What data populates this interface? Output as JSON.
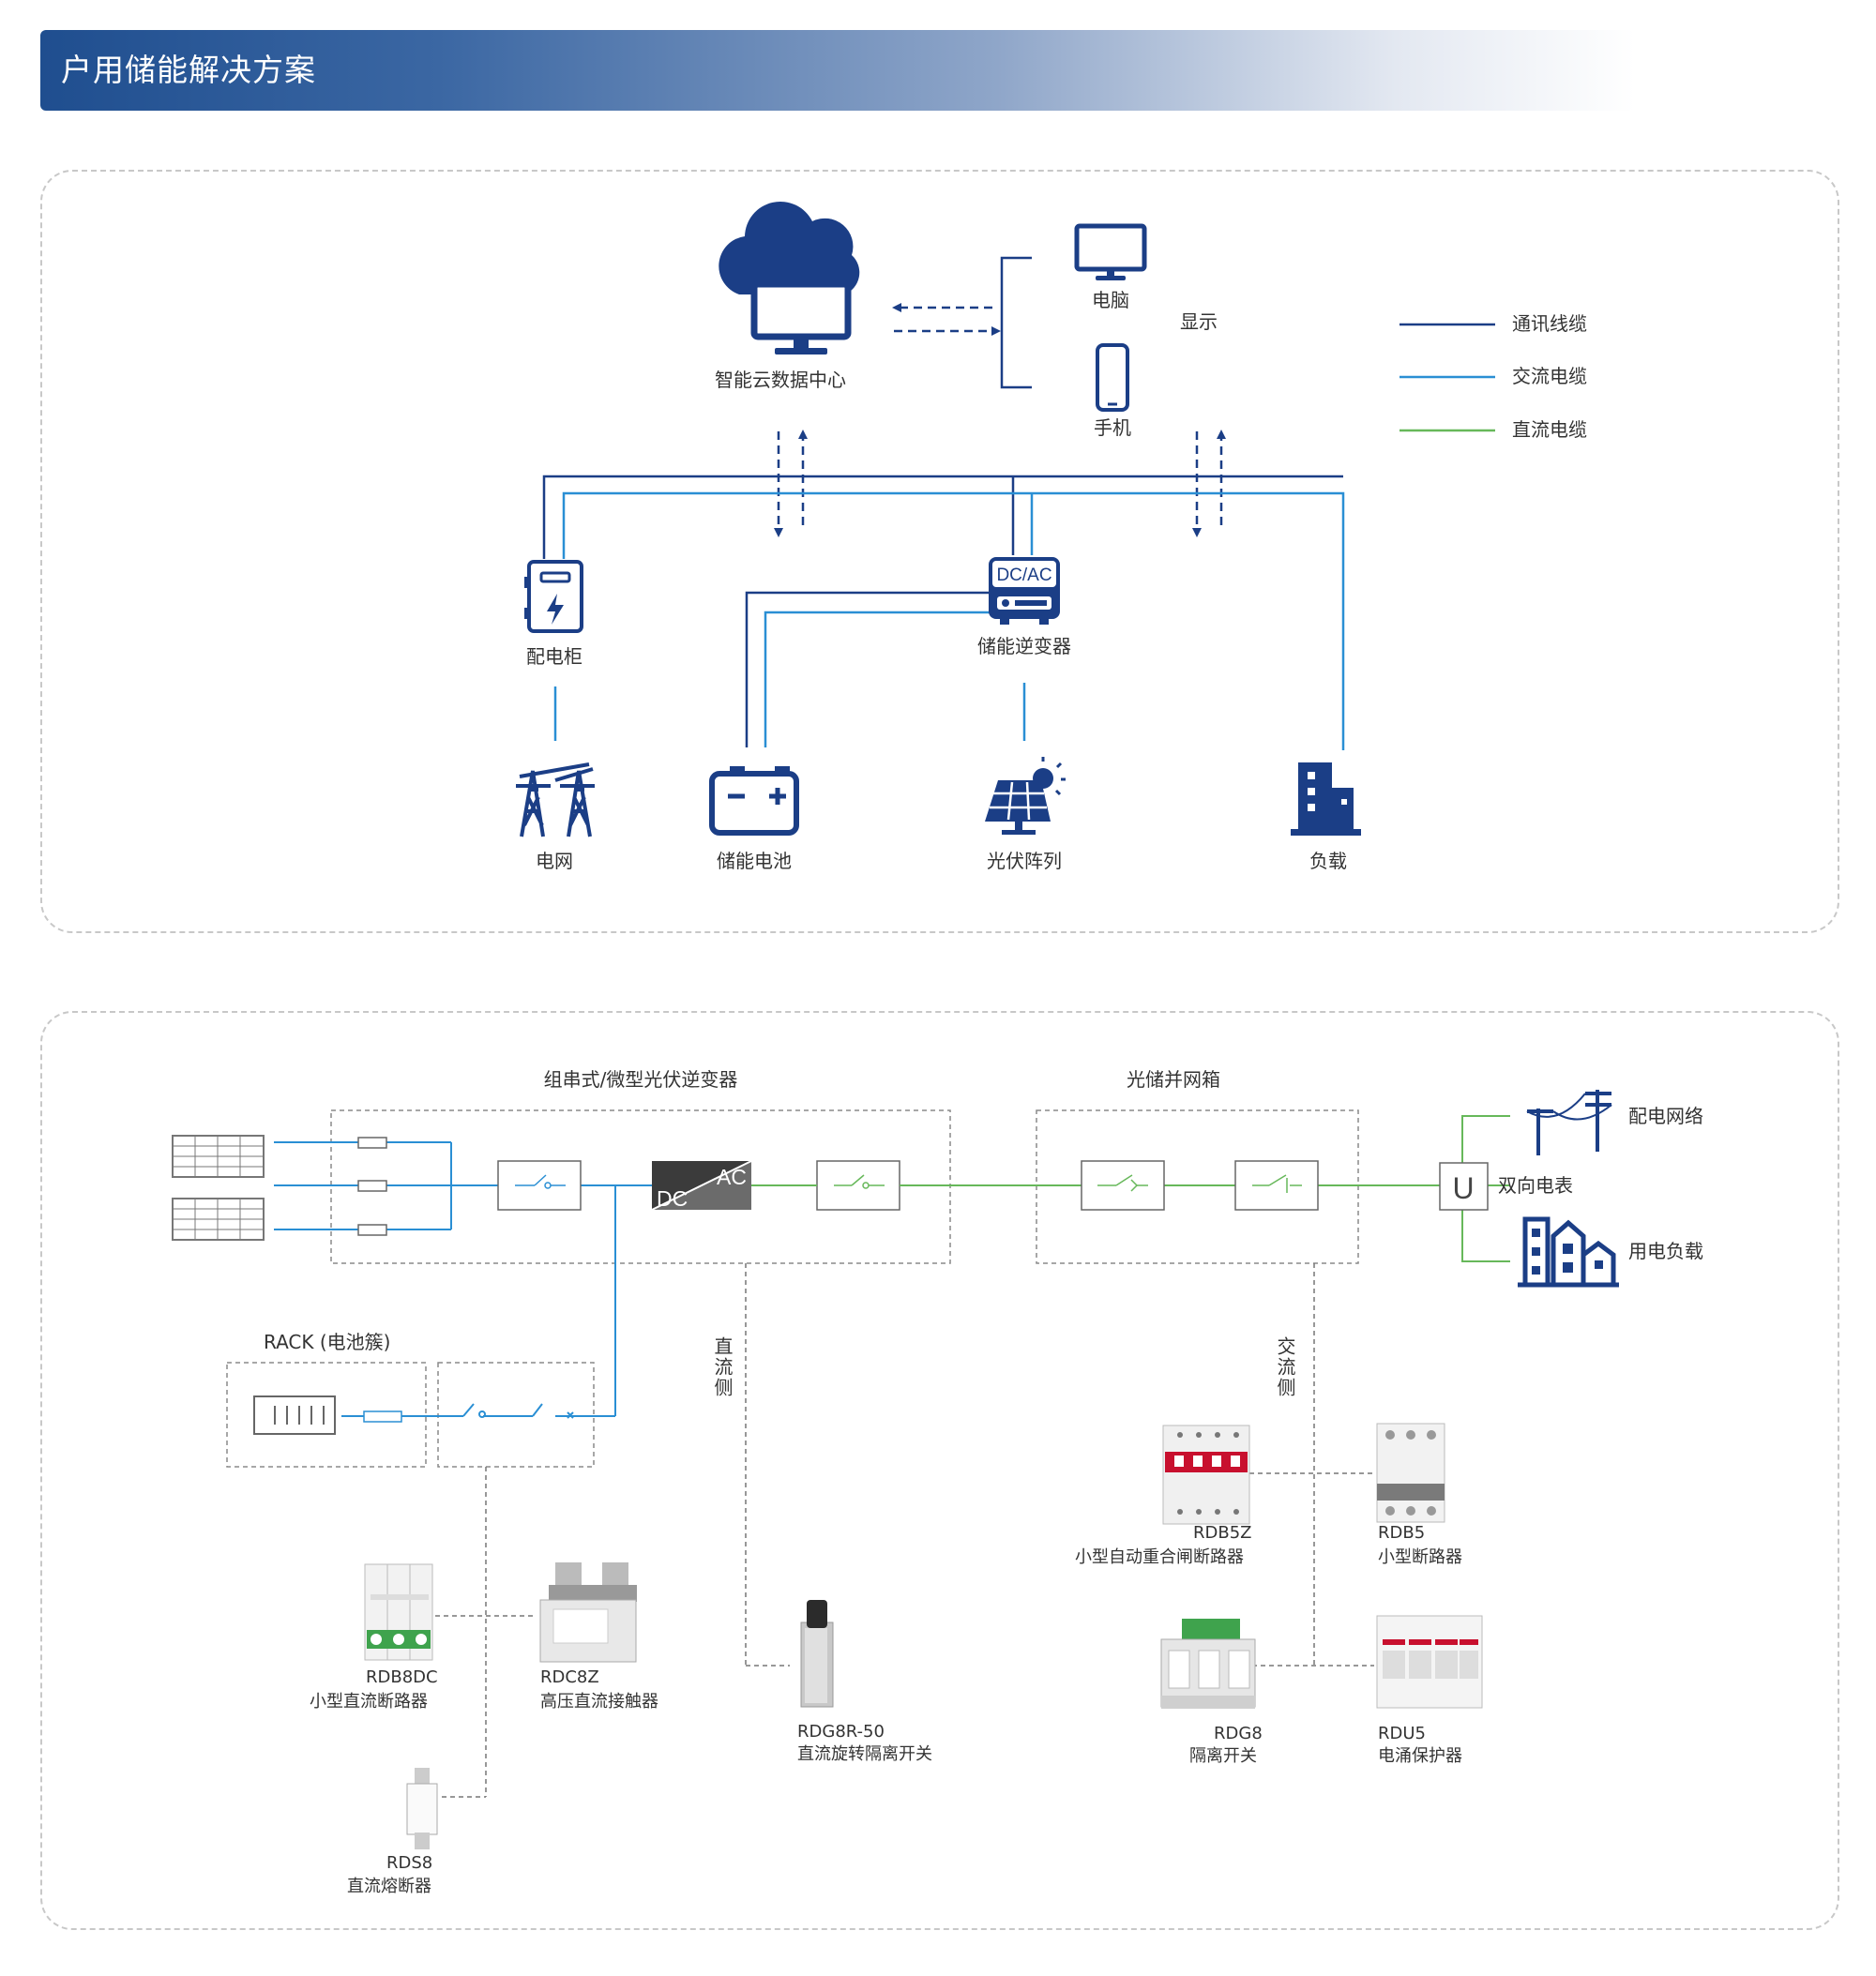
{
  "banner": {
    "title": "户用储能解决方案"
  },
  "top": {
    "cloud_label": "智能云数据中心",
    "pc_label": "电脑",
    "phone_label": "手机",
    "display_label": "显示",
    "legend": [
      {
        "label": "通讯线缆",
        "color": "#1b3e86"
      },
      {
        "label": "交流电缆",
        "color": "#2a8fd4"
      },
      {
        "label": "直流电缆",
        "color": "#67b85a"
      }
    ],
    "cabinet_label": "配电柜",
    "inverter_label": "储能逆变器",
    "inverter_text": "DC/AC",
    "grid_label": "电网",
    "battery_label": "储能电池",
    "pv_label": "光伏阵列",
    "load_label": "负载"
  },
  "bottom": {
    "inverter_box_label": "组串式/微型光伏逆变器",
    "grid_box_label": "光储并网箱",
    "dc_text": "DC",
    "ac_text": "AC",
    "meter_symbol": "U",
    "meter_label": "双向电表",
    "distribution_label": "配电网络",
    "load_label": "用电负载",
    "rack_label": "RACK (电池簇)",
    "dc_side_label": "直流侧",
    "ac_side_label": "交流侧",
    "products": [
      {
        "model": "RDB8DC",
        "name": "小型直流断路器"
      },
      {
        "model": "RDC8Z",
        "name": "高压直流接触器"
      },
      {
        "model": "RDS8",
        "name": "直流熔断器"
      },
      {
        "model": "RDG8R-50",
        "name": "直流旋转隔离开关"
      },
      {
        "model": "RDB5Z",
        "name": "小型自动重合闸断路器"
      },
      {
        "model": "RDB5",
        "name": "小型断路器"
      },
      {
        "model": "RDG8",
        "name": "隔离开关"
      },
      {
        "model": "RDU5",
        "name": "电涌保护器"
      }
    ]
  }
}
